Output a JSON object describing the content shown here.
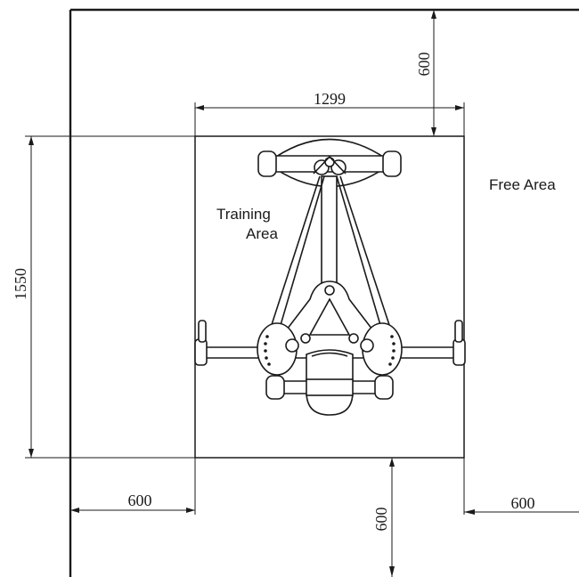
{
  "dimensions": {
    "training_width": "1299",
    "training_depth": "1550",
    "clearance_top": "600",
    "clearance_left": "600",
    "clearance_right": "600",
    "clearance_bottom": "600"
  },
  "labels": {
    "free_area": "Free Area",
    "training_area_line1": "Training",
    "training_area_line2": "Area"
  }
}
